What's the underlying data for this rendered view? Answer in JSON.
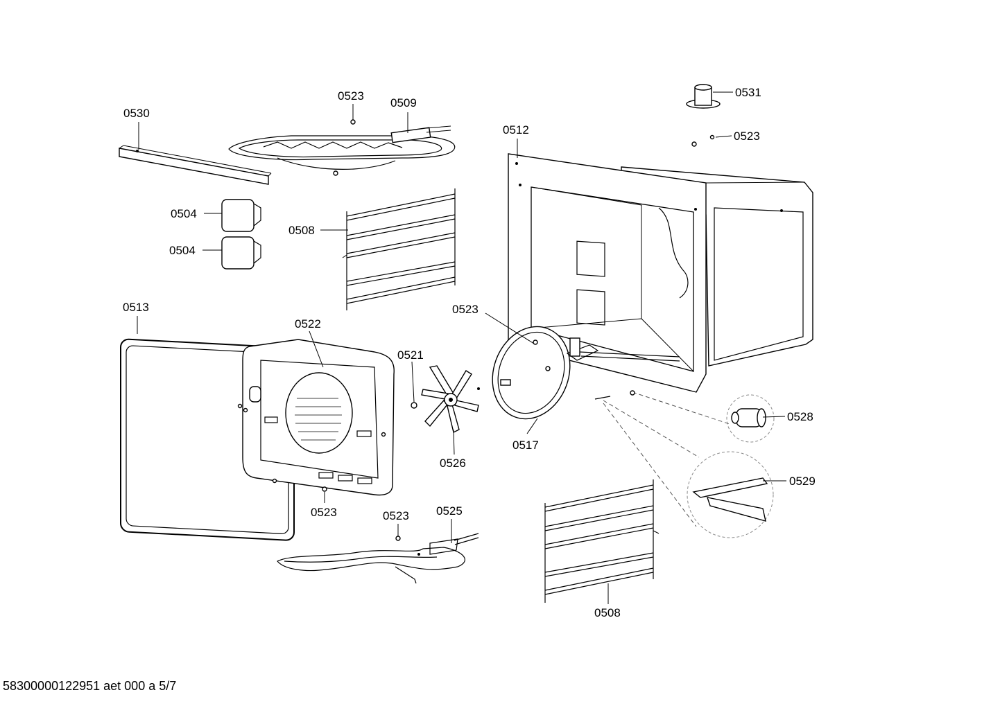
{
  "labels": {
    "l0530": "0530",
    "l0523_top": "0523",
    "l0509": "0509",
    "l0531": "0531",
    "l0523_right": "0523",
    "l0512": "0512",
    "l0504_a": "0504",
    "l0504_b": "0504",
    "l0508_top": "0508",
    "l0513": "0513",
    "l0522": "0522",
    "l0523_mid": "0523",
    "l0521": "0521",
    "l0528": "0528",
    "l0517": "0517",
    "l0526": "0526",
    "l0529": "0529",
    "l0523_low": "0523",
    "l0523_bottom": "0523",
    "l0525": "0525",
    "l0508_bottom": "0508"
  },
  "footer": "58300000122951 aet 000 a 5/7"
}
